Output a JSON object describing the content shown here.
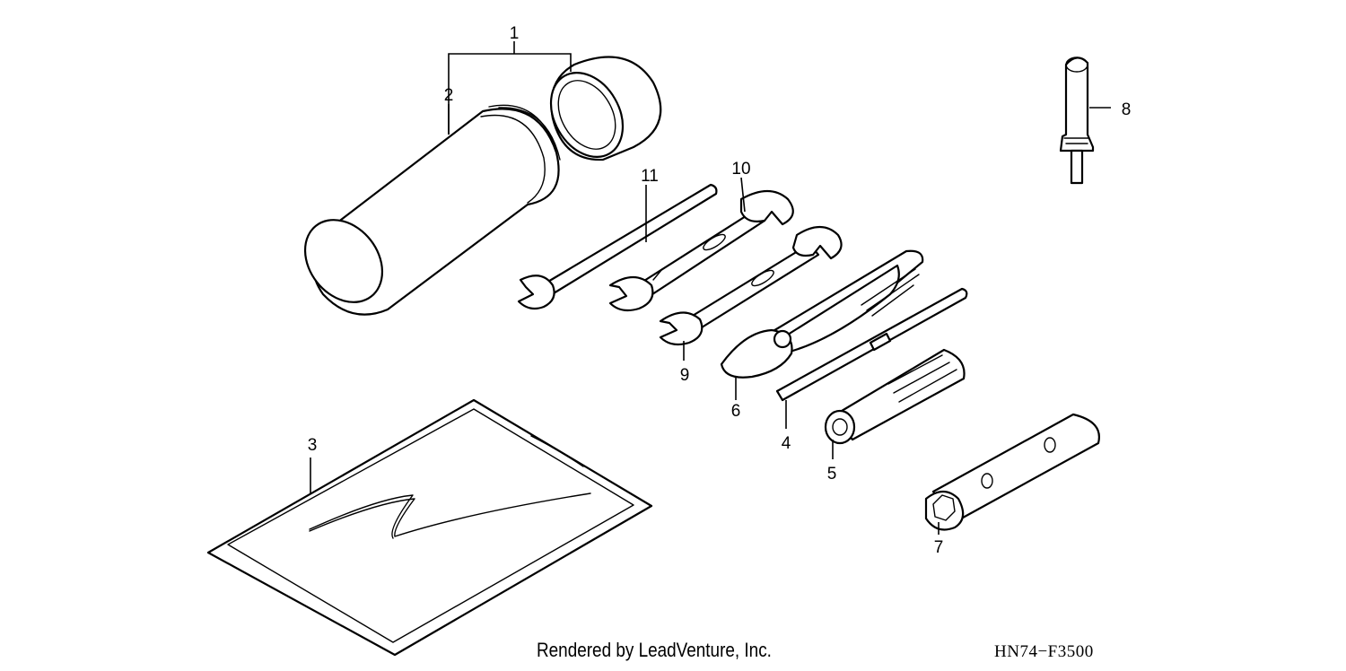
{
  "callouts": {
    "c1": "1",
    "c2": "2",
    "c3": "3",
    "c4": "4",
    "c5": "5",
    "c6": "6",
    "c7": "7",
    "c8": "8",
    "c9": "9",
    "c10": "10",
    "c11": "11"
  },
  "footer": {
    "credit": "Rendered by LeadVenture, Inc.",
    "diagram_code": "HN74−F3500"
  }
}
